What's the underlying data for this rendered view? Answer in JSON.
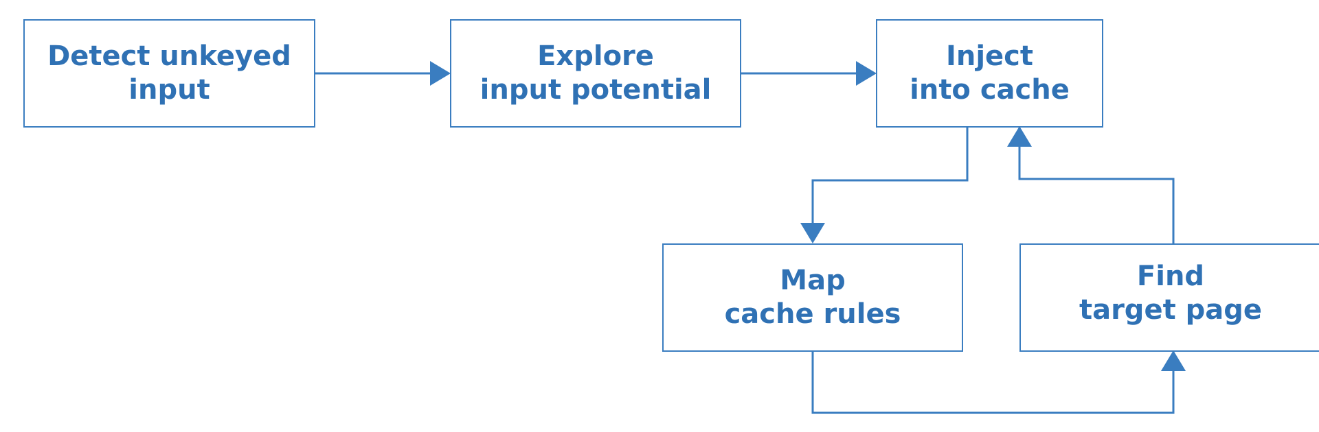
{
  "nodes": {
    "detect": {
      "line1": "Detect unkeyed",
      "line2": "input"
    },
    "explore": {
      "line1": "Explore",
      "line2": "input potential"
    },
    "inject": {
      "line1": "Inject",
      "line2": "into cache"
    },
    "map": {
      "line1": "Map",
      "line2": "cache rules"
    },
    "find": {
      "line1": "Find",
      "line2": "target page"
    }
  },
  "colors": {
    "stroke": "#3a7dc0",
    "text": "#2f71b4",
    "background": "#ffffff"
  }
}
